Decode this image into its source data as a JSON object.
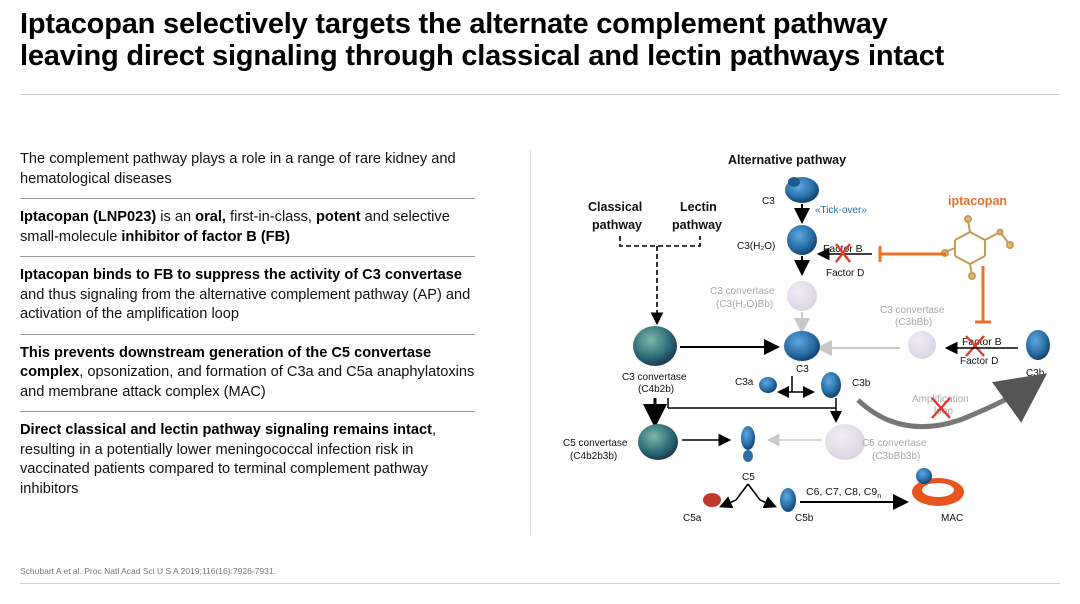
{
  "title": {
    "line1": "Iptacopan selectively targets the alternate complement pathway",
    "line2": "leaving direct signaling through classical and lectin pathways intact"
  },
  "bullets": [
    {
      "parts": [
        {
          "text": "The complement pathway plays a role in a range of rare kidney and hematological diseases",
          "bold": false
        }
      ]
    },
    {
      "parts": [
        {
          "text": "Iptacopan (LNP023)",
          "bold": true
        },
        {
          "text": " is an ",
          "bold": false
        },
        {
          "text": "oral,",
          "bold": true
        },
        {
          "text": " first-in-class, ",
          "bold": false
        },
        {
          "text": "potent",
          "bold": true
        },
        {
          "text": " and selective small-molecule ",
          "bold": false
        },
        {
          "text": "inhibitor of factor B (FB)",
          "bold": true
        }
      ]
    },
    {
      "parts": [
        {
          "text": "Iptacopan binds to FB to suppress the activity of C3 convertase",
          "bold": true
        },
        {
          "text": " and thus signaling from the alternative complement pathway (AP) and activation of the amplification loop",
          "bold": false
        }
      ]
    },
    {
      "parts": [
        {
          "text": "This prevents downstream generation of the C5 convertase complex",
          "bold": true
        },
        {
          "text": ", opsonization, and formation of C3a and C5a anaphylatoxins and membrane attack complex (MAC)",
          "bold": false
        }
      ]
    },
    {
      "parts": [
        {
          "text": "Direct classical and lectin pathway signaling remains intact",
          "bold": true
        },
        {
          "text": ", resulting in a potentially lower meningococcal infection risk in vaccinated patients compared to terminal complement pathway inhibitors",
          "bold": false
        }
      ]
    }
  ],
  "diagram": {
    "alt_pathway": "Alternative pathway",
    "classical_1": "Classical",
    "classical_2": "pathway",
    "lectin_1": "Lectin",
    "lectin_2": "pathway",
    "iptacopan": "iptacopan",
    "c3_top": "C3",
    "tick_over": "«Tick-over»",
    "c3h2o": "C3(H₂O)",
    "factor_b_1": "Factor B",
    "factor_d_1": "Factor D",
    "c3conv_h2o_1": "C3 convertase",
    "c3conv_h2o_2": "(C3(H₂O)Bb)",
    "c3conv_bb_1": "C3 convertase",
    "c3conv_bb_2": "(C3bBb)",
    "factor_b_2": "Factor B",
    "factor_d_2": "Factor D",
    "c3b_right": "C3b",
    "c3conv_c4_1": "C3 convertase",
    "c3conv_c4_2": "(C4b2b)",
    "c3_mid": "C3",
    "c3a": "C3a",
    "c3b_mid": "C3b",
    "amp_1": "Amplification",
    "amp_2": "loop",
    "c5conv_c4_1": "C5 convertase",
    "c5conv_c4_2": "(C4b2b3b)",
    "c5conv_c3_1": "C5 convertase",
    "c5conv_c3_2": "(C3bBb3b)",
    "c5": "C5",
    "c5a": "C5a",
    "c5b": "C5b",
    "mac_chain": "C6, C7, C8, C9",
    "mac_chain_sub": "n",
    "mac": "MAC",
    "colors": {
      "accent": "#e8712a",
      "inhibit_x": "#e03a2a",
      "protein": "#2a6fa8",
      "protein_dark": "#14477a"
    }
  },
  "citation": "Schubart A et al. Proc Natl Acad Sci U S A 2019;116(16):7926-7931."
}
